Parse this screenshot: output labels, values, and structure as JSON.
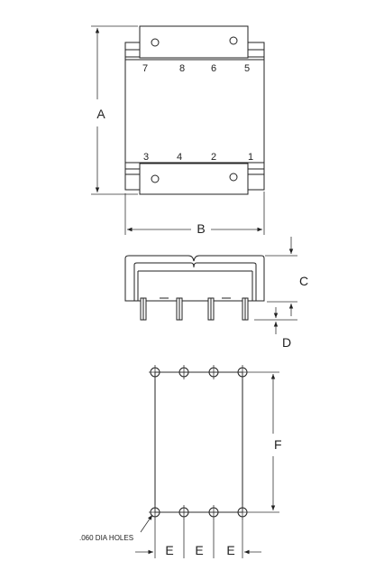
{
  "top_view": {
    "top_pins": [
      "7",
      "8",
      "6",
      "5"
    ],
    "bottom_pins": [
      "3",
      "4",
      "2",
      "1"
    ]
  },
  "dimensions": {
    "a": "A",
    "b": "B",
    "c": "C",
    "d": "D",
    "e1": "E",
    "e2": "E",
    "e3": "E",
    "f": "F"
  },
  "hole_note": ".060 DIA HOLES",
  "colors": {
    "line": "#222222",
    "background": "#ffffff"
  }
}
